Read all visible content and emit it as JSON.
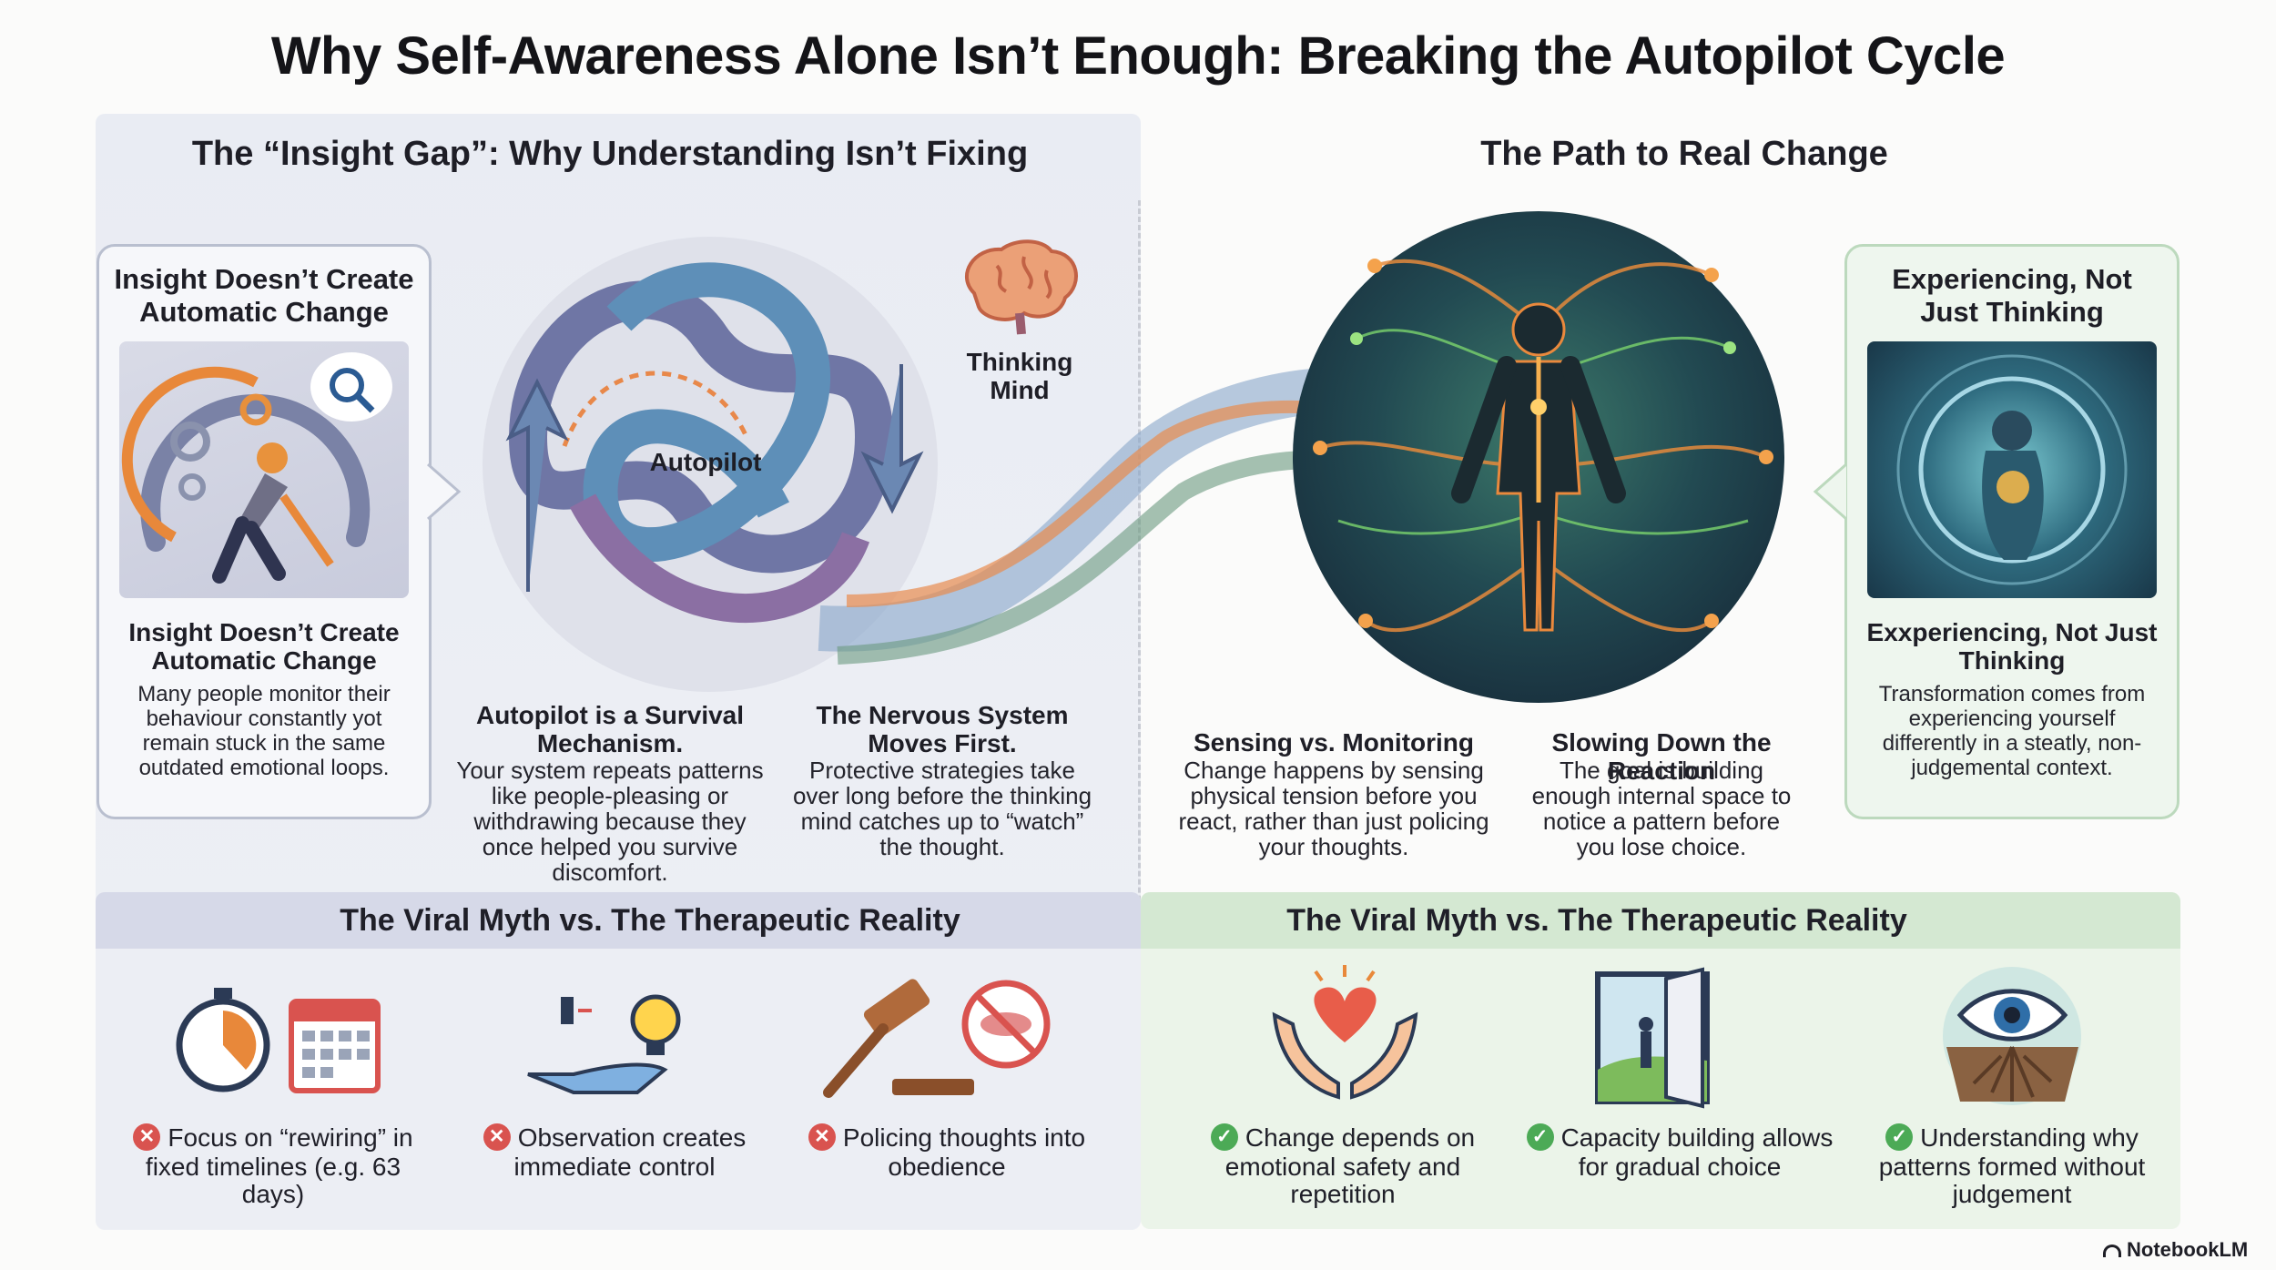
{
  "title": "Why Self-Awareness Alone Isn’t Enough: Breaking the Autopilot Cycle",
  "left_heading": "The “Insight Gap”: Why Understanding Isn’t Fixing",
  "right_heading": "The Path to Real Change",
  "left_card": {
    "title": "Insight Doesn’t Create Automatic Change",
    "subtitle": "Insight Doesn’t Create Automatic Change",
    "body": "Many people monitor their behaviour constantly yot remain stuck in the same outdated emotional loops."
  },
  "right_card": {
    "title": "Experiencing, Not Just Thinking",
    "subtitle": "Exxperiencing, Not Just Thinking",
    "body": "Transformation comes from experiencing yourself differently in a steatly, non-judgemental context."
  },
  "diagram_labels": {
    "autopilot": "Autopilot",
    "thinking_mind": "Thinking Mind"
  },
  "sections": {
    "survival": {
      "heading": "Autopilot is a Survival Mechanism.",
      "body": "Your system repeats patterns like people-pleasing or withdrawing because they once helped you survive discomfort."
    },
    "nervous": {
      "heading": "The Nervous System Moves First.",
      "body": "Protective strategies take over long before the thinking mind catches up to “watch” the thought."
    },
    "sensing": {
      "heading": "Sensing vs. Monitoring",
      "body": "Change happens by sensing physical tension before you react, rather than just policing your thoughts."
    },
    "slowing": {
      "heading": "Slowing Down the Reaction",
      "body": "The goal is building enough internal space to notice a pattern before you lose choice."
    }
  },
  "myth_band": {
    "title": "The Viral Myth vs. The Therapeutic Reality",
    "items": [
      {
        "text": "Focus on “rewiring” in fixed timelines (e.g. 63 days)",
        "icon": "stopwatch-calendar-icon"
      },
      {
        "text": "Observation creates immediate control",
        "icon": "hand-lightbulb-icon"
      },
      {
        "text": "Policing thoughts into obedience",
        "icon": "gavel-no-lips-icon"
      }
    ]
  },
  "reality_band": {
    "title": "The Viral Myth vs. The Therapeutic Reality",
    "items": [
      {
        "text": "Change depends on emotional safety and repetition",
        "icon": "hands-heart-icon"
      },
      {
        "text": "Capacity building allows for gradual choice",
        "icon": "open-door-icon"
      },
      {
        "text": "Understanding why patterns formed without judgement",
        "icon": "eye-roots-icon"
      }
    ]
  },
  "footer": {
    "brand": "NotebookLM"
  },
  "colors": {
    "myth_band": "#d6d9e8",
    "reality_band": "#d4e8d2",
    "cross": "#d9534f",
    "check": "#4caa56"
  }
}
